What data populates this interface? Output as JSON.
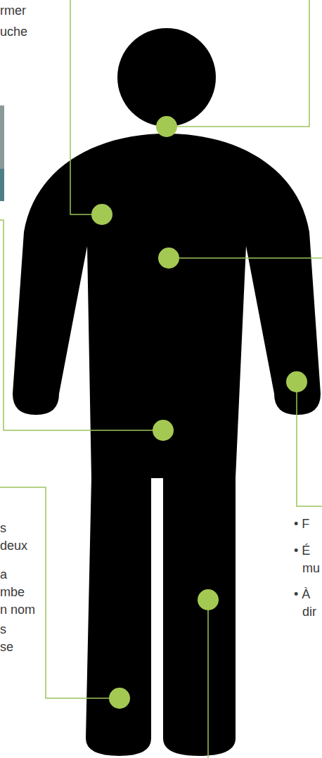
{
  "diagram": {
    "labels": [
      "rmer",
      "uche",
      "s",
      "deux",
      "a",
      "mbe",
      "n nom",
      "s",
      "se",
      "• F",
      "• É",
      "mu",
      "• À",
      "dir"
    ]
  }
}
